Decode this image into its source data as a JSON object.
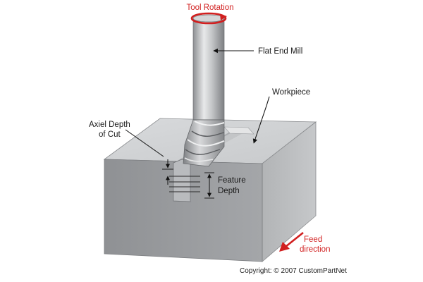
{
  "labels": {
    "tool_rotation": "Tool Rotation",
    "flat_end_mill": "Flat End Mill",
    "workpiece": "Workpiece",
    "axial_depth_line1": "Axiel Depth",
    "axial_depth_line2": "of Cut",
    "feature_depth_line1": "Feature",
    "feature_depth_line2": "Depth",
    "feed_line1": "Feed",
    "feed_line2": "direction",
    "copyright": "Copyright: © 2007 CustomPartNet"
  },
  "colors": {
    "annotation_red": "#d11f1f",
    "block_top": "#d2d4d6",
    "block_front": "#97999c",
    "block_right": "#b9bbbd",
    "tool_metal": "#bfc1c3"
  },
  "icons": {
    "rotation": "rotation-arrow-icon",
    "feed": "feed-arrow-icon"
  }
}
